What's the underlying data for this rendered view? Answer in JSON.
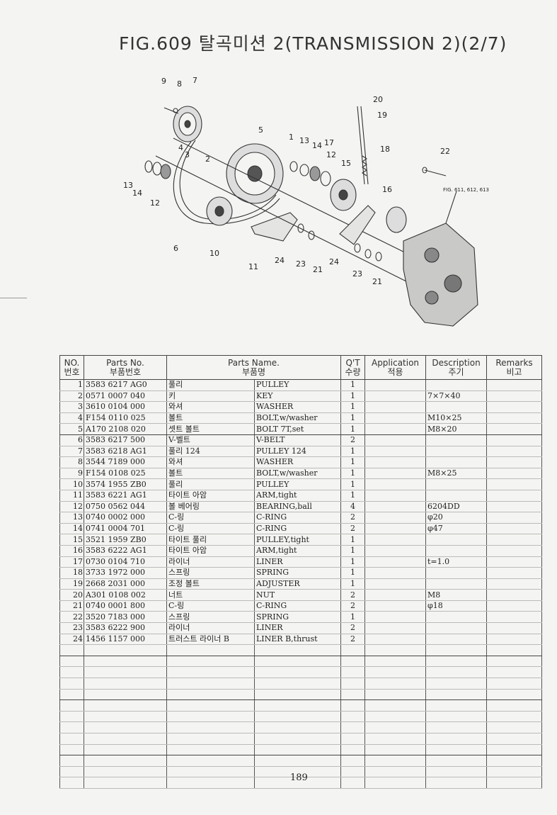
{
  "title": "FIG.609 탈곡미션 2(TRANSMISSION 2)(2/7)",
  "figure": {
    "callouts": [
      "1",
      "2",
      "3",
      "4",
      "5",
      "6",
      "7",
      "8",
      "9",
      "10",
      "11",
      "12",
      "13",
      "14",
      "15",
      "16",
      "17",
      "18",
      "19",
      "20",
      "21",
      "22",
      "23",
      "24"
    ],
    "ref_note": "FIG. 611, 612, 613"
  },
  "table": {
    "headers": {
      "no": {
        "en": "NO.",
        "ko": "번호"
      },
      "part_no": {
        "en": "Parts No.",
        "ko": "부품번호"
      },
      "part_name": {
        "en": "Parts Name.",
        "ko": "부품명"
      },
      "qty": {
        "en": "Q'T",
        "ko": "수량"
      },
      "application": {
        "en": "Application",
        "ko": "적용"
      },
      "description": {
        "en": "Description",
        "ko": "주기"
      },
      "remarks": {
        "en": "Remarks",
        "ko": "비고"
      }
    },
    "rows": [
      {
        "no": "1",
        "part_no": "3583 6217 AG0",
        "name_ko": "풀리",
        "name_en": "PULLEY",
        "qty": "1",
        "application": "",
        "description": "",
        "remarks": ""
      },
      {
        "no": "2",
        "part_no": "0571 0007 040",
        "name_ko": "키",
        "name_en": "KEY",
        "qty": "1",
        "application": "",
        "description": "7×7×40",
        "remarks": ""
      },
      {
        "no": "3",
        "part_no": "3610 0104 000",
        "name_ko": "와셔",
        "name_en": "WASHER",
        "qty": "1",
        "application": "",
        "description": "",
        "remarks": ""
      },
      {
        "no": "4",
        "part_no": "F154 0110 025",
        "name_ko": "볼트",
        "name_en": "BOLT,w/washer",
        "qty": "1",
        "application": "",
        "description": "M10×25",
        "remarks": ""
      },
      {
        "no": "5",
        "part_no": "A170 2108 020",
        "name_ko": "셋트 볼트",
        "name_en": "BOLT 7T,set",
        "qty": "1",
        "application": "",
        "description": "M8×20",
        "remarks": ""
      },
      {
        "no": "6",
        "part_no": "3583 6217 500",
        "name_ko": "V-벨트",
        "name_en": "V-BELT",
        "qty": "2",
        "application": "",
        "description": "",
        "remarks": ""
      },
      {
        "no": "7",
        "part_no": "3583 6218 AG1",
        "name_ko": "풀리 124",
        "name_en": "PULLEY 124",
        "qty": "1",
        "application": "",
        "description": "",
        "remarks": ""
      },
      {
        "no": "8",
        "part_no": "3544 7189 000",
        "name_ko": "와셔",
        "name_en": "WASHER",
        "qty": "1",
        "application": "",
        "description": "",
        "remarks": ""
      },
      {
        "no": "9",
        "part_no": "F154 0108 025",
        "name_ko": "볼트",
        "name_en": "BOLT,w/washer",
        "qty": "1",
        "application": "",
        "description": "M8×25",
        "remarks": ""
      },
      {
        "no": "10",
        "part_no": "3574 1955 ZB0",
        "name_ko": "풀리",
        "name_en": "PULLEY",
        "qty": "1",
        "application": "",
        "description": "",
        "remarks": ""
      },
      {
        "no": "11",
        "part_no": "3583 6221 AG1",
        "name_ko": "타이트 아암",
        "name_en": "ARM,tight",
        "qty": "1",
        "application": "",
        "description": "",
        "remarks": ""
      },
      {
        "no": "12",
        "part_no": "0750 0562 044",
        "name_ko": "볼 베어링",
        "name_en": "BEARING,ball",
        "qty": "4",
        "application": "",
        "description": "6204DD",
        "remarks": ""
      },
      {
        "no": "13",
        "part_no": "0740 0002 000",
        "name_ko": "C-링",
        "name_en": "C-RING",
        "qty": "2",
        "application": "",
        "description": "φ20",
        "remarks": ""
      },
      {
        "no": "14",
        "part_no": "0741 0004 701",
        "name_ko": "C-링",
        "name_en": "C-RING",
        "qty": "2",
        "application": "",
        "description": "φ47",
        "remarks": ""
      },
      {
        "no": "15",
        "part_no": "3521 1959 ZB0",
        "name_ko": "타이트 풀리",
        "name_en": "PULLEY,tight",
        "qty": "1",
        "application": "",
        "description": "",
        "remarks": ""
      },
      {
        "no": "16",
        "part_no": "3583 6222 AG1",
        "name_ko": "타이트 아암",
        "name_en": "ARM,tight",
        "qty": "1",
        "application": "",
        "description": "",
        "remarks": ""
      },
      {
        "no": "17",
        "part_no": "0730 0104 710",
        "name_ko": "라이너",
        "name_en": "LINER",
        "qty": "1",
        "application": "",
        "description": "t=1.0",
        "remarks": ""
      },
      {
        "no": "18",
        "part_no": "3733 1972 000",
        "name_ko": "스프링",
        "name_en": "SPRING",
        "qty": "1",
        "application": "",
        "description": "",
        "remarks": ""
      },
      {
        "no": "19",
        "part_no": "2668 2031 000",
        "name_ko": "조정 볼트",
        "name_en": "ADJUSTER",
        "qty": "1",
        "application": "",
        "description": "",
        "remarks": ""
      },
      {
        "no": "20",
        "part_no": "A301 0108 002",
        "name_ko": "너트",
        "name_en": "NUT",
        "qty": "2",
        "application": "",
        "description": "M8",
        "remarks": ""
      },
      {
        "no": "21",
        "part_no": "0740 0001 800",
        "name_ko": "C-링",
        "name_en": "C-RING",
        "qty": "2",
        "application": "",
        "description": "φ18",
        "remarks": ""
      },
      {
        "no": "22",
        "part_no": "3520 7183 000",
        "name_ko": "스프링",
        "name_en": "SPRING",
        "qty": "1",
        "application": "",
        "description": "",
        "remarks": ""
      },
      {
        "no": "23",
        "part_no": "3583 6222 900",
        "name_ko": "라이너",
        "name_en": "LINER",
        "qty": "2",
        "application": "",
        "description": "",
        "remarks": ""
      },
      {
        "no": "24",
        "part_no": "1456 1157 000",
        "name_ko": "트러스트 라이너 B",
        "name_en": "LINER B,thrust",
        "qty": "2",
        "application": "",
        "description": "",
        "remarks": ""
      }
    ]
  },
  "page_number": "189"
}
